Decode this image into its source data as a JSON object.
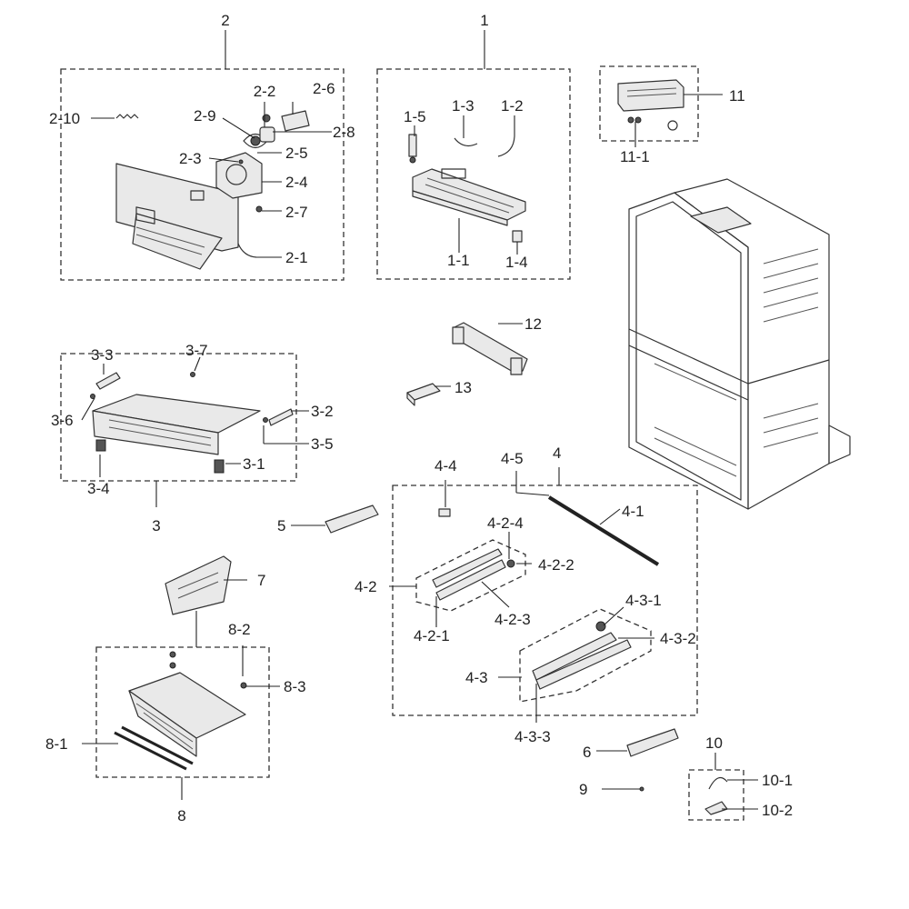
{
  "labels": {
    "l1": "1",
    "l1_1": "1-1",
    "l1_2": "1-2",
    "l1_3": "1-3",
    "l1_4": "1-4",
    "l1_5": "1-5",
    "l2": "2",
    "l2_1": "2-1",
    "l2_2": "2-2",
    "l2_3": "2-3",
    "l2_4": "2-4",
    "l2_5": "2-5",
    "l2_6": "2-6",
    "l2_7": "2-7",
    "l2_8": "2-8",
    "l2_9": "2-9",
    "l2_10": "2-10",
    "l3": "3",
    "l3_1": "3-1",
    "l3_2": "3-2",
    "l3_3": "3-3",
    "l3_4": "3-4",
    "l3_5": "3-5",
    "l3_6": "3-6",
    "l3_7": "3-7",
    "l4": "4",
    "l4_1": "4-1",
    "l4_2": "4-2",
    "l4_2_1": "4-2-1",
    "l4_2_2": "4-2-2",
    "l4_2_3": "4-2-3",
    "l4_2_4": "4-2-4",
    "l4_3": "4-3",
    "l4_3_1": "4-3-1",
    "l4_3_2": "4-3-2",
    "l4_3_3": "4-3-3",
    "l4_4": "4-4",
    "l4_5": "4-5",
    "l5": "5",
    "l6": "6",
    "l7": "7",
    "l8": "8",
    "l8_1": "8-1",
    "l8_2": "8-2",
    "l8_3": "8-3",
    "l9": "9",
    "l10": "10",
    "l10_1": "10-1",
    "l10_2": "10-2",
    "l11": "11",
    "l11_1": "11-1",
    "l12": "12",
    "l13": "13"
  }
}
